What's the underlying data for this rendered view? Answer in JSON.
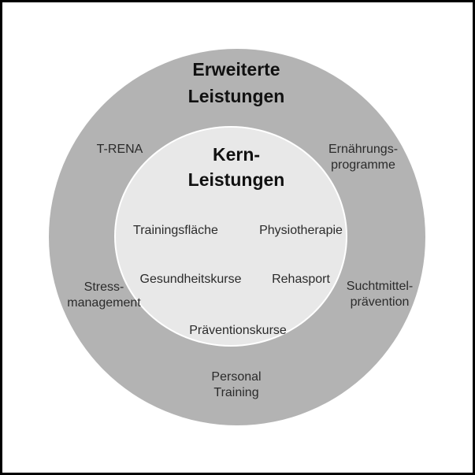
{
  "colors": {
    "background": "#ffffff",
    "frame": "#000000",
    "outer_circle": "#b3b3b3",
    "inner_circle": "#e8e8e8",
    "title_text": "#111111",
    "label_text": "#2b2b2b"
  },
  "diagram": {
    "outer": {
      "title": "Erweiterte\nLeistungen",
      "items": [
        {
          "label": "T-RENA"
        },
        {
          "label": "Ernährungs-\nprogramme"
        },
        {
          "label": "Stress-\nmanagement"
        },
        {
          "label": "Suchtmittel-\nprävention"
        },
        {
          "label": "Personal\nTraining"
        }
      ]
    },
    "inner": {
      "title": "Kern-\nLeistungen",
      "items": [
        {
          "label": "Trainingsfläche"
        },
        {
          "label": "Physiotherapie"
        },
        {
          "label": "Gesundheitskurse"
        },
        {
          "label": "Rehasport"
        },
        {
          "label": "Präventionskurse"
        }
      ]
    }
  }
}
